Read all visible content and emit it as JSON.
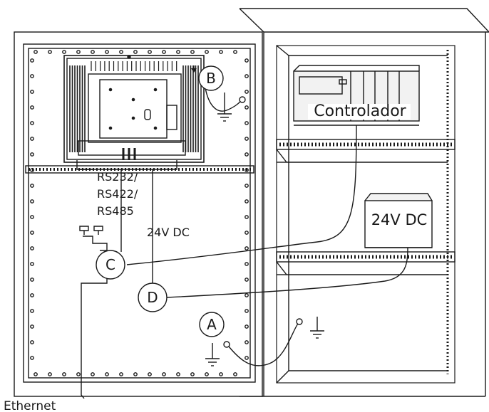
{
  "labels": {
    "controller": "Controlador",
    "power_supply": "24V DC",
    "serial_line1": "RS232/",
    "serial_line2": "RS422/",
    "serial_line3": "RS485",
    "power_line": "24V DC",
    "ethernet": "Ethernet"
  },
  "callouts": {
    "a": "A",
    "b": "B",
    "c": "C",
    "d": "D"
  },
  "colors": {
    "line": "#1a1a1a",
    "panel_fill": "#ffffff",
    "device_fill": "#f2f2f2"
  }
}
